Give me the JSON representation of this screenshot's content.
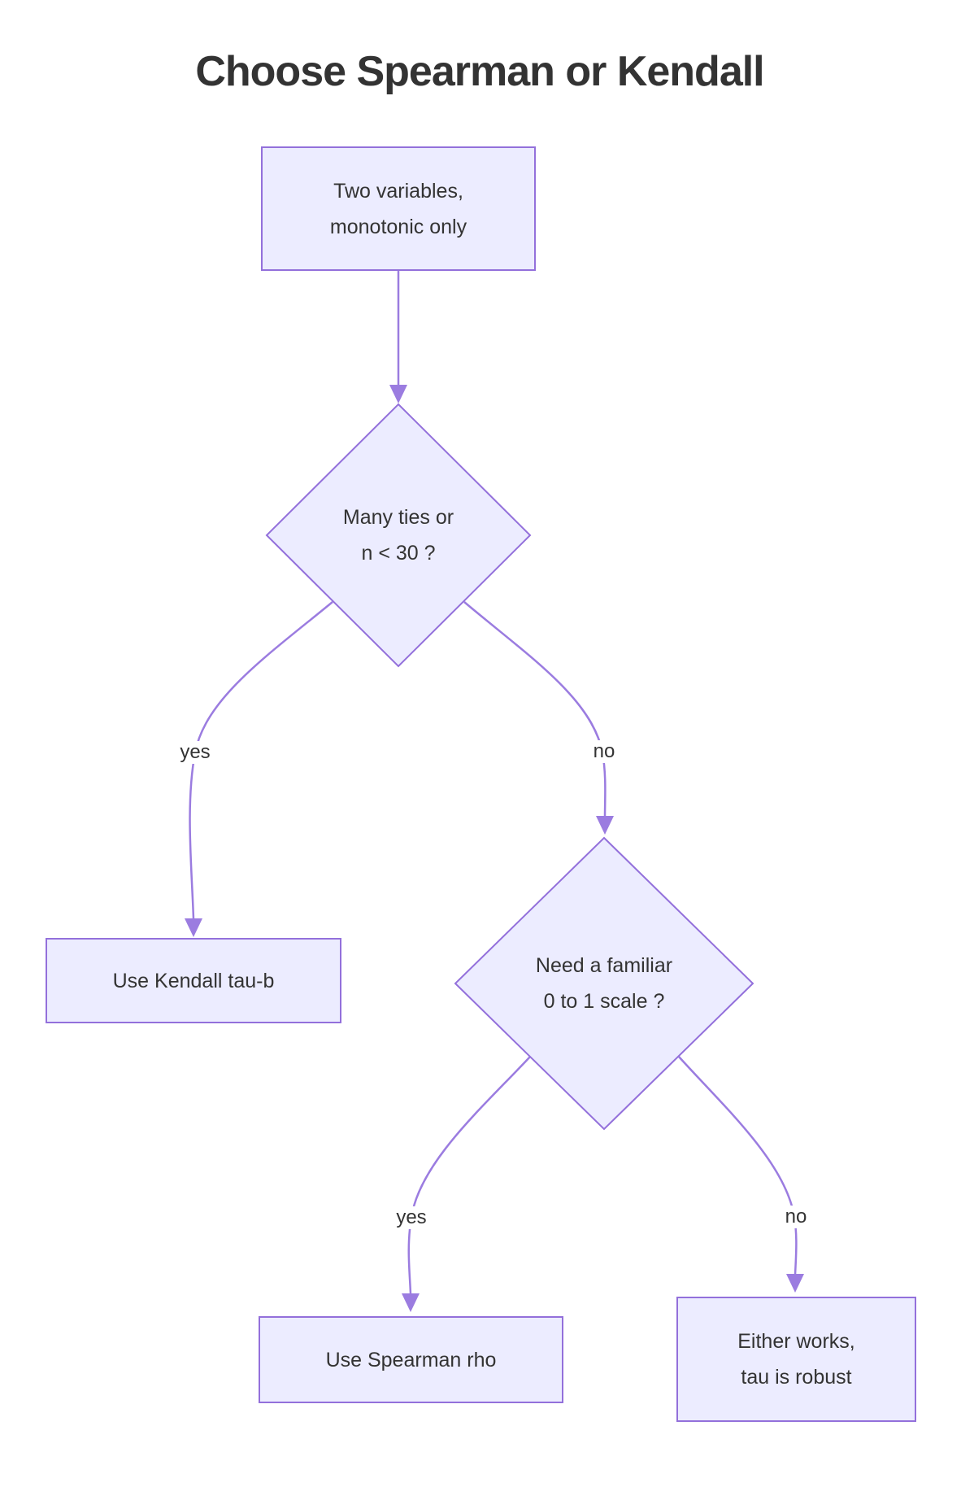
{
  "title": "Choose Spearman or Kendall",
  "colors": {
    "background": "#FFFFFF",
    "node_fill": "#ECECFF",
    "node_stroke": "#9370DB",
    "edge_stroke": "#9B7CE0",
    "text": "#333333"
  },
  "nodes": {
    "start": {
      "line1": "Two variables,",
      "line2": "monotonic only"
    },
    "decision_ties": {
      "line1": "Many ties or",
      "line2": "n < 30 ?"
    },
    "kendall": {
      "label": "Use Kendall tau-b"
    },
    "decision_scale": {
      "line1": "Need a familiar",
      "line2": "0 to 1 scale ?"
    },
    "spearman": {
      "label": "Use Spearman rho"
    },
    "either": {
      "line1": "Either works,",
      "line2": "tau is robust"
    }
  },
  "edge_labels": {
    "ties_yes": "yes",
    "ties_no": "no",
    "scale_yes": "yes",
    "scale_no": "no"
  }
}
